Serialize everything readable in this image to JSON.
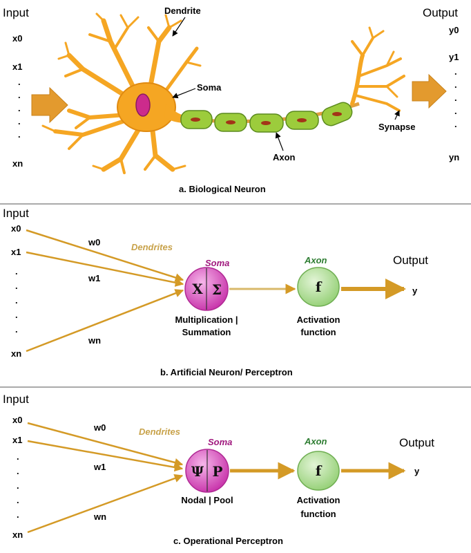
{
  "colors": {
    "arrow": "#d49a26",
    "arrow_light": "#d8b86a",
    "neuron_body": "#f5a623",
    "nucleus": "#cc2b8c",
    "axon_segment": "#9ccc3c",
    "soma_circle": "#d946b8",
    "activation_circle": "#a8d88e",
    "dendrites_text": "#c8a24a",
    "soma_text": "#a0197e",
    "axon_text": "#2e7d32",
    "divider": "#555555"
  },
  "panel_a": {
    "input_title": "Input",
    "output_title": "Output",
    "inputs": [
      "x0",
      "x1",
      ".",
      ".",
      ".",
      ".",
      ".",
      "xn"
    ],
    "outputs": [
      "y0",
      "y1",
      ".",
      ".",
      ".",
      ".",
      ".",
      "yn"
    ],
    "dendrite_label": "Dendrite",
    "soma_label": "Soma",
    "axon_label": "Axon",
    "synapse_label": "Synapse",
    "caption": "a. Biological Neuron"
  },
  "panel_b": {
    "input_title": "Input",
    "inputs": [
      "x0",
      "x1",
      ".",
      ".",
      ".",
      ".",
      ".",
      "xn"
    ],
    "weights": [
      "w0",
      "w1",
      "wn"
    ],
    "dendrites_label": "Dendrites",
    "soma_label": "Soma",
    "axon_label": "Axon",
    "output_title": "Output",
    "output_var": "y",
    "soma_left_symbol": "X",
    "soma_right_symbol": "Σ",
    "activation_symbol": "f",
    "soma_caption_1": "Multiplication |",
    "soma_caption_2": "Summation",
    "activation_caption_1": "Activation",
    "activation_caption_2": "function",
    "caption": "b. Artificial Neuron/ Perceptron"
  },
  "panel_c": {
    "input_title": "Input",
    "inputs": [
      "x0",
      "x1",
      ".",
      ".",
      ".",
      ".",
      ".",
      "xn"
    ],
    "weights": [
      "w0",
      "w1",
      "wn"
    ],
    "dendrites_label": "Dendrites",
    "soma_label": "Soma",
    "axon_label": "Axon",
    "output_title": "Output",
    "output_var": "y",
    "soma_left_symbol": "Ψ",
    "soma_right_symbol": "P",
    "activation_symbol": "f",
    "soma_caption": "Nodal | Pool",
    "activation_caption_1": "Activation",
    "activation_caption_2": "function",
    "caption": "c. Operational Perceptron"
  }
}
